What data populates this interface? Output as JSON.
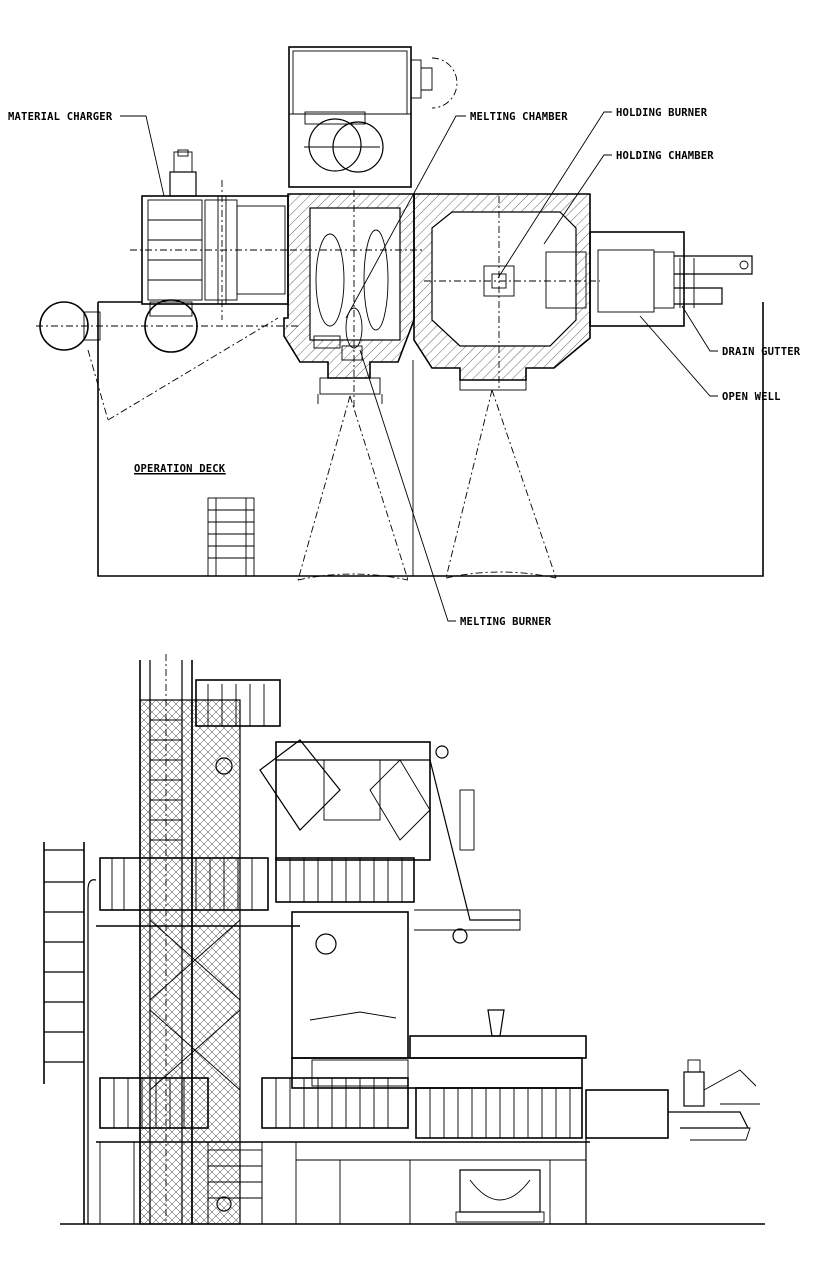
{
  "plan_view": {
    "labels": {
      "material_charger": "MATERIAL CHARGER",
      "melting_chamber": "MELTING CHAMBER",
      "holding_burner": "HOLDING BURNER",
      "holding_chamber": "HOLDING CHAMBER",
      "drain_gutter": "DRAIN GUTTER",
      "open_well": "OPEN WELL",
      "operation_deck": "OPERATION DECK",
      "melting_burner": "MELTING BURNER"
    }
  },
  "colors": {
    "line": "#000000",
    "background": "#ffffff"
  }
}
